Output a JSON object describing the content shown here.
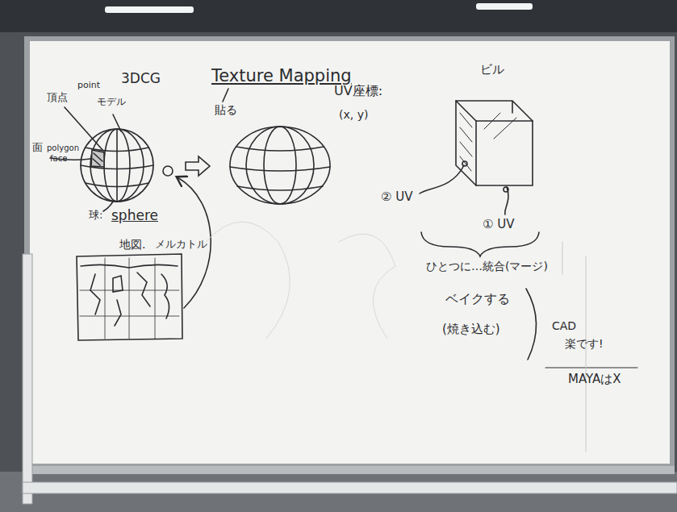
{
  "diagram": {
    "title": "Texture Mapping",
    "labels": [
      "3DCG",
      "貼る",
      "point",
      "頂点",
      "モデル",
      "面",
      "polygon",
      "face",
      "球:",
      "sphere",
      "地図.",
      "メルカトル",
      "UV座標:",
      "(x, y)",
      "ビル",
      "② UV",
      "① UV",
      "ひとつに…統合(マージ)",
      "ベイクする",
      "(焼き込む)",
      "CAD",
      "楽です!",
      "MAYAはX"
    ]
  }
}
